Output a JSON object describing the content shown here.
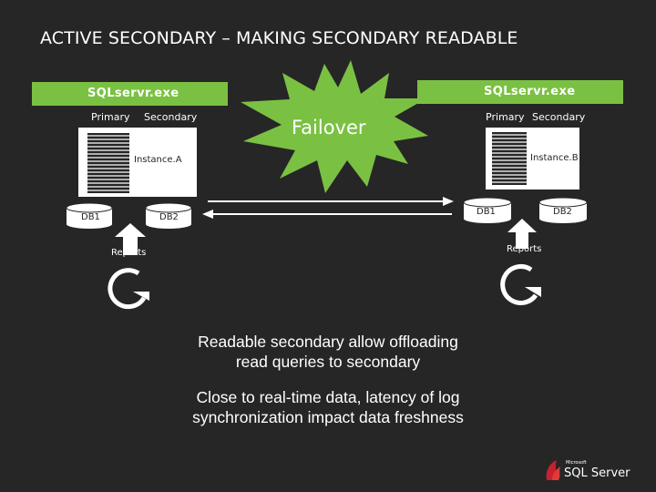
{
  "title": "ACTIVE SECONDARY – MAKING SECONDARY READABLE",
  "left": {
    "process_label": "SQLservr.exe",
    "role_primary": "Primary",
    "role_secondary": "Secondary",
    "instance_label": "Instance.A",
    "db1_label": "DB1",
    "db2_label": "DB2",
    "reports_label": "Reports"
  },
  "right": {
    "process_label": "SQLservr.exe",
    "role_primary": "Primary",
    "role_secondary": "Secondary",
    "instance_label": "Instance.B",
    "db1_label": "DB1",
    "db2_label": "DB2",
    "reports_label": "Reports"
  },
  "failover_label": "Failover",
  "notes": [
    "Readable secondary allow offloading",
    "read queries to secondary",
    "Close to real-time data, latency of log",
    "synchronization impact data freshness"
  ],
  "logo": {
    "small_text": "Microsoft",
    "main_text": "SQL Server"
  },
  "colors": {
    "background": "#262626",
    "accent_green": "#7ac143",
    "starburst": "#7ac143",
    "text": "#ffffff"
  }
}
